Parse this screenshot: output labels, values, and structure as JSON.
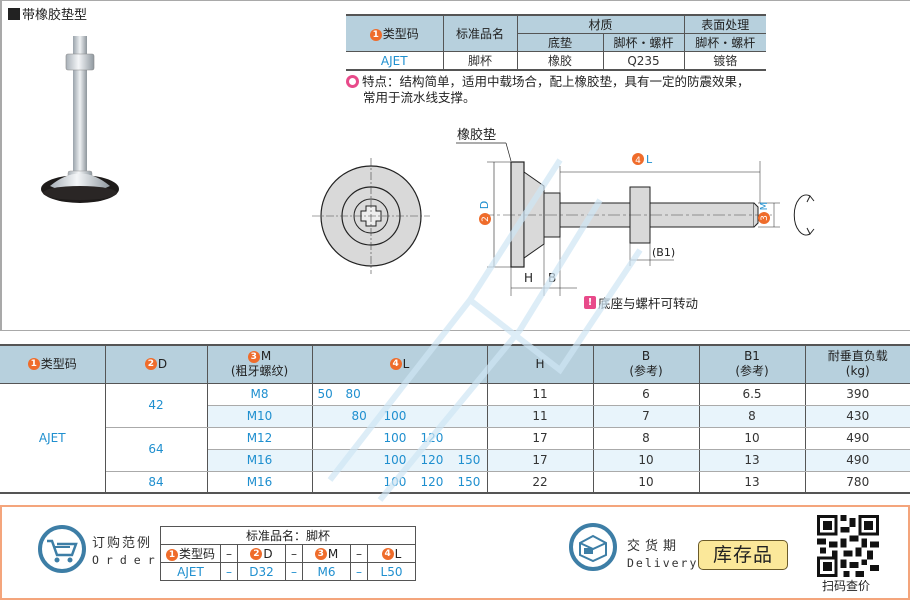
{
  "section": {
    "title": "带橡胶垫型"
  },
  "spec_table": {
    "headers": {
      "type_code": "类型码",
      "type_code_num": "1",
      "std_name": "标准品名",
      "material": "材质",
      "surface": "表面处理",
      "base_pad": "底垫",
      "cup_bolt": "脚杯・螺杆",
      "cup_bolt2": "脚杯・螺杆"
    },
    "row": {
      "type_code": "AJET",
      "std_name": "脚杯",
      "base_pad": "橡胶",
      "cup_bolt": "Q235",
      "surface": "镀铬"
    }
  },
  "feature": {
    "line1": "特点：结构简单，适用中载场合，配上橡胶垫，具有一定的防震效果，",
    "line2": "常用于流水线支撑。"
  },
  "drawing": {
    "rubber_pad_label": "橡胶垫",
    "dim_d": "D",
    "dim_d_num": "2",
    "dim_l": "L",
    "dim_l_num": "4",
    "dim_m": "M",
    "dim_m_num": "3",
    "dim_h": "H",
    "dim_b": "B",
    "dim_b1": "(B1)",
    "rotation_note": "底座与螺杆可转动"
  },
  "main_table": {
    "headers": {
      "type_code": "类型码",
      "type_code_num": "1",
      "d": "D",
      "d_num": "2",
      "m": "M",
      "m_num": "3",
      "m_sub": "(粗牙螺纹)",
      "l": "L",
      "l_num": "4",
      "h": "H",
      "b": "B",
      "b_sub": "(参考)",
      "b1": "B1",
      "b1_sub": "(参考)",
      "load": "耐垂直负载",
      "load_sub": "(kg)"
    },
    "type_code": "AJET",
    "rows": [
      {
        "d": "42",
        "m": "M8",
        "l": [
          "50",
          "80",
          "",
          ""
        ],
        "h": "11",
        "b": "6",
        "b1": "6.5",
        "load": "390"
      },
      {
        "d": "",
        "m": "M10",
        "l": [
          "",
          "80",
          "100",
          ""
        ],
        "h": "11",
        "b": "7",
        "b1": "8",
        "load": "430"
      },
      {
        "d": "64",
        "m": "M12",
        "l": [
          "",
          "",
          "100",
          "120"
        ],
        "h": "17",
        "b": "8",
        "b1": "10",
        "load": "490"
      },
      {
        "d": "",
        "m": "M16",
        "l": [
          "",
          "",
          "100",
          "120",
          "150"
        ],
        "h": "17",
        "b": "10",
        "b1": "13",
        "load": "490"
      },
      {
        "d": "84",
        "m": "M16",
        "l": [
          "",
          "",
          "100",
          "120",
          "150"
        ],
        "h": "22",
        "b": "10",
        "b1": "13",
        "load": "780"
      }
    ]
  },
  "order": {
    "title_cn": "订购范例",
    "title_en": "Order",
    "table_title": "标准品名：脚杯",
    "cols": [
      "类型码",
      "D",
      "M",
      "L"
    ],
    "nums": [
      "1",
      "2",
      "3",
      "4"
    ],
    "dash": "–",
    "values": [
      "AJET",
      "D32",
      "M6",
      "L50"
    ]
  },
  "delivery": {
    "title_cn": "交货期",
    "title_en": "Delivery",
    "badge": "库存品"
  },
  "qr": {
    "label": "扫码查价"
  },
  "colors": {
    "header_bg": "#b7d0dd",
    "accent_blue": "#1f8fcf",
    "badge_orange": "#ef6c2b",
    "border_orange": "#f4a57c",
    "stock_yellow": "#fbe89a",
    "pink": "#e84a8a"
  }
}
